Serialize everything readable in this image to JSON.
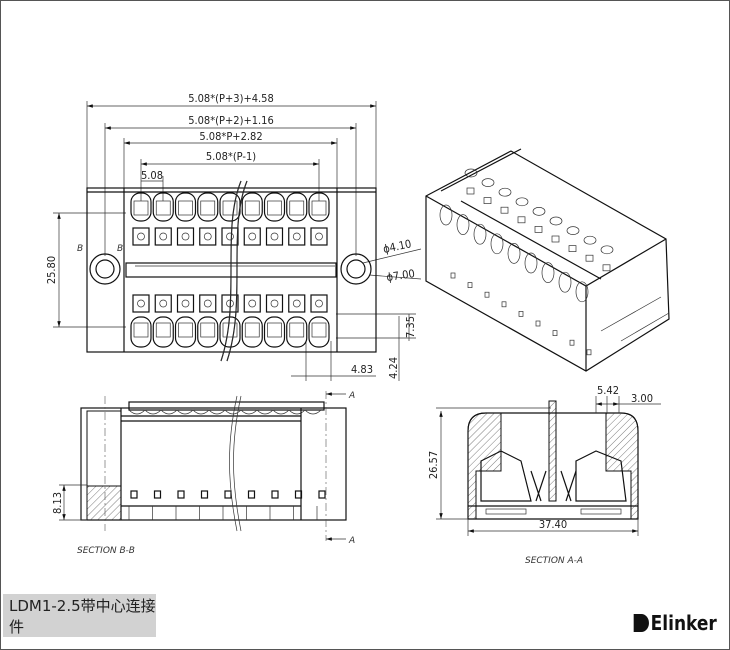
{
  "top_view": {
    "dims": {
      "overall": "5.08*(P+3)+4.58",
      "mount_holes": "5.08*(P+2)+1.16",
      "body": "5.08*P+2.82",
      "pins": "5.08*(P-1)",
      "pitch": "5.08",
      "height": "25.80",
      "hole_small": "ϕ4.10",
      "hole_large": "ϕ7.00",
      "row_offset": "7.35",
      "edge_offset": "4.24",
      "end_offset": "4.83"
    },
    "section_marks": {
      "b_left": "B",
      "b_right": "B"
    }
  },
  "section_bb": {
    "label": "SECTION B-B",
    "dim_height": "8.13",
    "cut_top": "A",
    "cut_bottom": "A"
  },
  "section_aa": {
    "label": "SECTION A-A",
    "dim_height": "26.57",
    "dim_width": "37.40",
    "dim_a": "5.42",
    "dim_b": "3.00"
  },
  "footer": {
    "title": "LDM1-2.5带中心连接件",
    "brand": "Elinker"
  }
}
